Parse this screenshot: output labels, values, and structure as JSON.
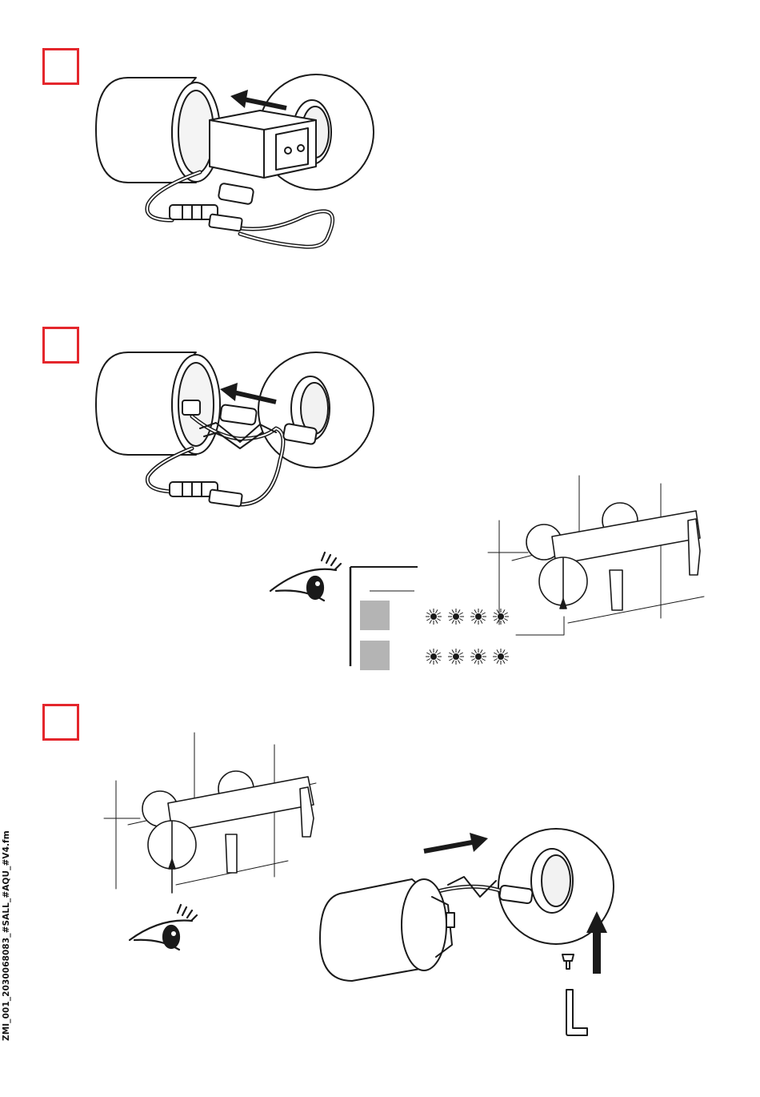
{
  "footer": {
    "file_label": "ZMI_001_2030068083_#SALL_#AQU_#V4.fm"
  },
  "colors": {
    "step_marker": "#e4262c",
    "line": "#1a1a1a",
    "status_fill": "#b4b4b4"
  },
  "steps": [
    {
      "id": 1,
      "marker_color": "#e4262c",
      "illustration": "remove-battery-module"
    },
    {
      "id": 2,
      "marker_color": "#e4262c",
      "illustration": "connect-cable",
      "status_indicators": {
        "rows": 2,
        "leds_per_row": 4
      }
    },
    {
      "id": 3,
      "marker_color": "#e4262c",
      "illustration": "insert-housing-fix-screw"
    }
  ],
  "icons": [
    "eye-icon",
    "led-flash-icon",
    "arrow-icon",
    "screw-icon",
    "hex-key-icon"
  ]
}
